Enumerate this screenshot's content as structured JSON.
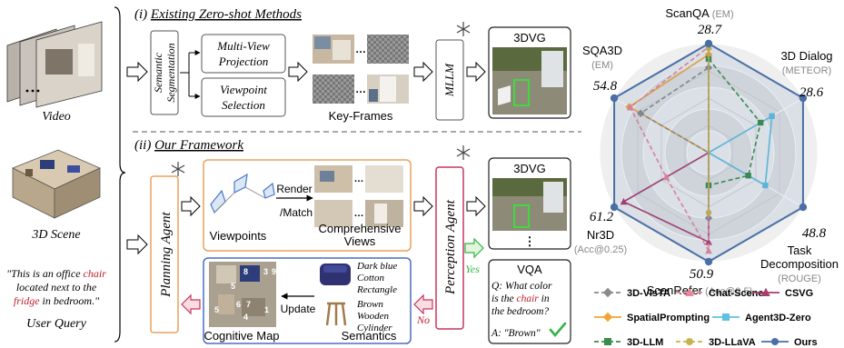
{
  "inputs": {
    "video_label": "Video",
    "scene_label": "3D Scene",
    "query": {
      "line1_pre": "\"This is an office ",
      "line1_hl": "chair",
      "line2": "located next to the",
      "line3_hl": "fridge",
      "line3_post": " in bedroom.\"",
      "caption": "User Query"
    }
  },
  "section1": {
    "title_prefix": "(i) ",
    "title": "Existing Zero-shot Methods",
    "seg_line1": "Semantic",
    "seg_line2": "Segmentation",
    "mvp_line1": "Multi-View",
    "mvp_line2": "Projection",
    "vs_line1": "Viewpoint",
    "vs_line2": "Selection",
    "keyframes": "Key-Frames",
    "mllm": "MLLM",
    "out_title": "3DVG"
  },
  "section2": {
    "title_prefix": "(ii) ",
    "title": "Our Framework",
    "planning": "Planning Agent",
    "render": "Render",
    "match": "/Match",
    "viewpoints": "Viewpoints",
    "views_line1": "Comprehensive",
    "views_line2": "Views",
    "perception": "Perception Agent",
    "yes": "Yes",
    "no": "No",
    "out_title": "3DVG",
    "ellipsis": "⋮",
    "vqa_title": "VQA",
    "vqa_q1": "Q: What color",
    "vqa_q2_pre": "is the ",
    "vqa_q2_hl": "chair",
    "vqa_q2_post": " in",
    "vqa_q3": "the bedroom?",
    "vqa_a": "A: \"Brown\"",
    "map_label": "Cognitive Map",
    "update": "Update",
    "sem_label": "Semantics",
    "sem_group1": [
      "Dark blue",
      "Cotton",
      "Rectangle"
    ],
    "sem_group2": [
      "Brown",
      "Wooden",
      "Cylinder"
    ],
    "map_numbers": [
      "8",
      "3",
      "9",
      "5",
      "6",
      "7",
      "1",
      "4",
      "5"
    ]
  },
  "chart_data": {
    "type": "radar",
    "axes": [
      {
        "name": "ScanQA",
        "metric": "(EM)",
        "max_label": "28.7",
        "max": 28.7
      },
      {
        "name": "3D Dialog",
        "metric": "(METEOR)",
        "max_label": "28.6",
        "max": 28.6
      },
      {
        "name_line1": "Task",
        "name_line2": "Decomposition",
        "metric": "(ROUGE)",
        "max_label": "48.8",
        "max": 48.8
      },
      {
        "name": "ScanRefer",
        "metric": "(Acc@0.5)",
        "max_label": "50.9",
        "max": 50.9
      },
      {
        "name": "Nr3D",
        "metric": "(Acc@0.25)",
        "max_label": "61.2",
        "max": 61.2
      },
      {
        "name": "SQA3D",
        "metric": "(EM)",
        "max_label": "54.8",
        "max": 54.8
      }
    ],
    "series": [
      {
        "name": "3D-VisTA",
        "color": "#8a8a8a",
        "marker": "diamond",
        "dash": true,
        "values": [
          0.78,
          0.0,
          0.0,
          0.6,
          0.0,
          0.72
        ]
      },
      {
        "name": "Chat-Scene",
        "color": "#e8869a",
        "marker": "triangle",
        "dash": true,
        "values": [
          0.97,
          0.0,
          0.0,
          0.9,
          0.45,
          0.83
        ]
      },
      {
        "name": "CSVG",
        "color": "#a93c6e",
        "marker": "triangle",
        "dash": false,
        "values": [
          0.0,
          0.0,
          0.0,
          0.82,
          0.9,
          0.0
        ]
      },
      {
        "name": "SpatialPrompting",
        "color": "#f2a533",
        "marker": "diamond",
        "dash": false,
        "values": [
          0.9,
          0.0,
          0.0,
          0.0,
          0.0,
          0.84
        ]
      },
      {
        "name": "Agent3D-Zero",
        "color": "#5fc0e0",
        "marker": "square",
        "dash": false,
        "values": [
          0.0,
          0.67,
          0.6,
          0.0,
          0.0,
          0.0
        ]
      },
      {
        "name": "3D-LLM",
        "color": "#3a8c4a",
        "marker": "square",
        "dash": true,
        "values": [
          0.86,
          0.55,
          0.42,
          0.3,
          0.0,
          0.0
        ]
      },
      {
        "name": "3D-LLaVA",
        "color": "#c9b44a",
        "marker": "circle",
        "dash": true,
        "values": [
          0.96,
          0.0,
          0.0,
          0.55,
          0.0,
          0.0
        ]
      },
      {
        "name": "Ours",
        "color": "#4a6fa5",
        "marker": "circle",
        "dash": false,
        "values": [
          1,
          1,
          1,
          1,
          1,
          1
        ]
      }
    ],
    "legend_rows": [
      [
        "3D-VisTA",
        "Chat-Scene",
        "CSVG"
      ],
      [
        "SpatialPrompting",
        "Agent3D-Zero"
      ],
      [
        "3D-LLM",
        "3D-LLaVA",
        "Ours"
      ]
    ],
    "legend_placement": "bottom"
  }
}
